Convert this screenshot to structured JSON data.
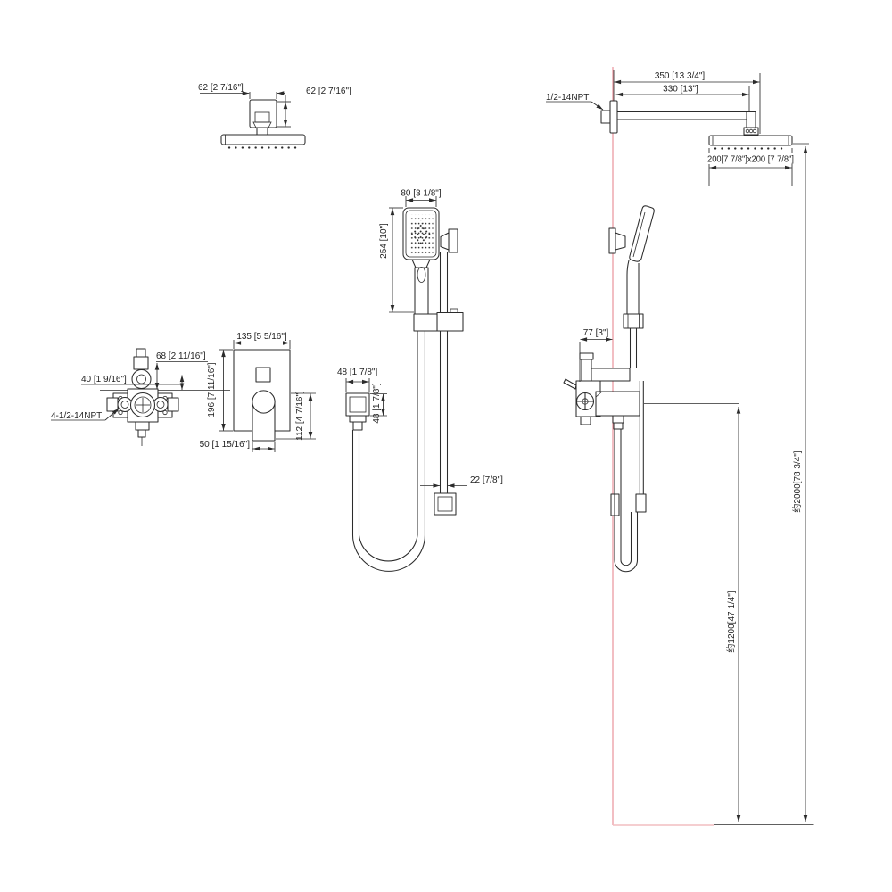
{
  "drawing": {
    "type": "shower system installation technical drawing",
    "background_color": "#ffffff",
    "line_color": "#2b2b2b",
    "wall_reference_color": "#e8939b",
    "floor_reference_color": "#f2bdc1",
    "overhead_shower_side_view": {
      "width_dim": "62 [2 7/16\"]",
      "height_dim": "62 [2 7/16\"]"
    },
    "hand_shower_view": {
      "width_dim": "80 [3 1/8\"]",
      "height_dim": "254 [10\"]"
    },
    "valve_front_view": {
      "top_port_dim": "68 [2 11/16\"]",
      "offset_dim": "40 [1 9/16\"]",
      "thread_label": "4-1/2-14NPT"
    },
    "trim_plate_view": {
      "width_dim": "135 [5 5/16\"]",
      "height_dim": "196 [7 11/16\"]",
      "handle_height_dim": "112 [4 7/16\"]",
      "handle_width_dim": "50 [1 15/16\"]"
    },
    "supply_elbow_view": {
      "width_dim": "48 [1 7/8\"]",
      "height_dim": "48 [1 7/8\"]",
      "slide_bar_width_dim": "22 [7/8\"]"
    },
    "installed_view": {
      "arm_overall_dim": "350 [13 3/4\"]",
      "arm_length_dim": "330 [13\"]",
      "arm_thread_label": "1/2-14NPT",
      "head_size_dim": "200[7 7/8\"]x200 [7 7/8\"]",
      "valve_depth_dim": "77 [3\"]",
      "shower_head_height_dim": "约2000[78 3/4\"]",
      "valve_height_dim": "约1200[47 1/4\"]"
    }
  }
}
